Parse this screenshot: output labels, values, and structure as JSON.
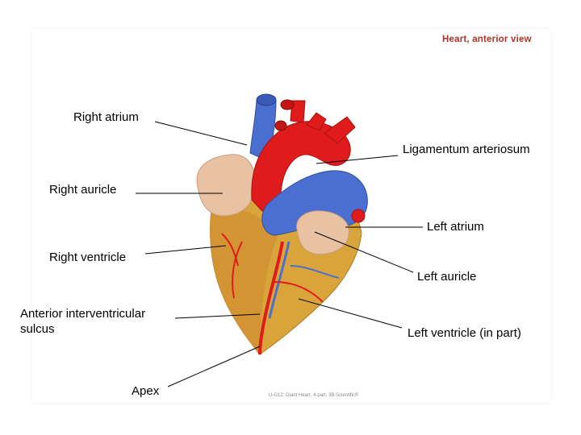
{
  "header": {
    "title": "Heart, anterior view"
  },
  "caption": "U-G12: Giant Heart, 4-part, 3B Scientific®",
  "labels": {
    "right_atrium": "Right atrium",
    "right_auricle": "Right auricle",
    "right_ventricle": "Right ventricle",
    "anterior_interventricular_sulcus_1": "Anterior interventricular",
    "anterior_interventricular_sulcus_2": "sulcus",
    "apex": "Apex",
    "ligamentum_arteriosum": "Ligamentum arteriosum",
    "left_atrium": "Left atrium",
    "left_auricle": "Left auricle",
    "left_ventricle": "Left ventricle (in part)"
  },
  "colors": {
    "aorta_red": "#e01b1b",
    "vein_blue": "#4a6fd0",
    "muscle_yellow": "#d9a53a",
    "auricle_pink": "#e9c2a4",
    "header_red": "#b1312a"
  }
}
